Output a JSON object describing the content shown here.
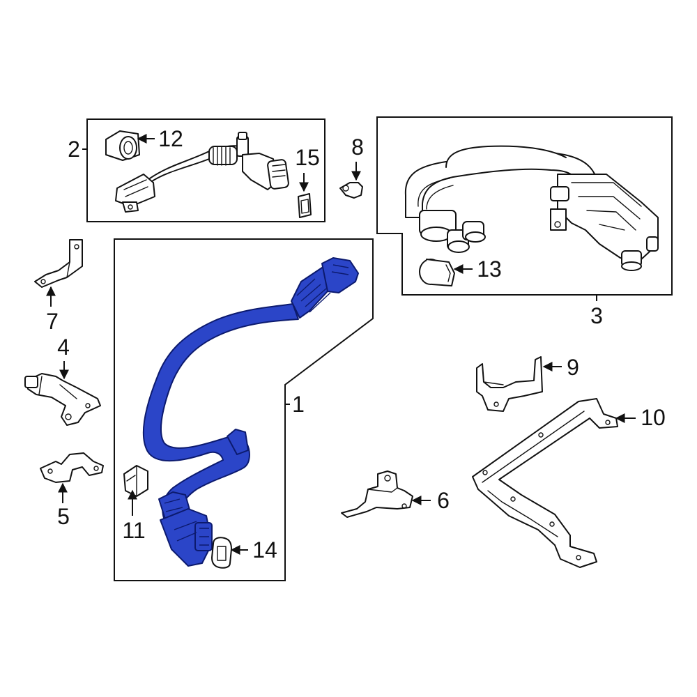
{
  "colors": {
    "highlight": "#2b45c8",
    "line": "#111111",
    "background": "#ffffff"
  },
  "callouts": {
    "c1": "1",
    "c2": "2",
    "c3": "3",
    "c4": "4",
    "c5": "5",
    "c6": "6",
    "c7": "7",
    "c8": "8",
    "c9": "9",
    "c10": "10",
    "c11": "11",
    "c12": "12",
    "c13": "13",
    "c14": "14",
    "c15": "15"
  }
}
